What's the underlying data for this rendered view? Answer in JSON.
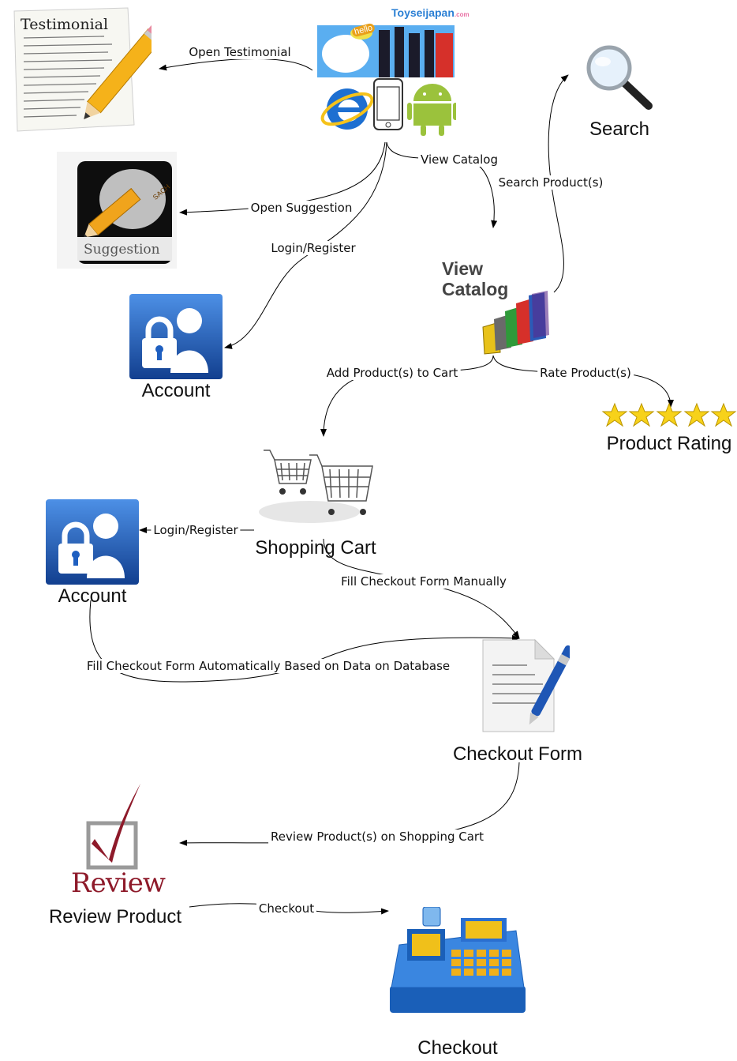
{
  "nodes": {
    "testimonial": {
      "title": "Testimonial"
    },
    "brand": {
      "name": "Toyseijapan",
      "sub": ".com",
      "bubble": "hello"
    },
    "search": {
      "label": "Search"
    },
    "suggestion": {
      "label": "Suggestion",
      "pencil_text": "SACH"
    },
    "view_catalog": {
      "label_line1": "View",
      "label_line2": "Catalog"
    },
    "account_top": {
      "label": "Account"
    },
    "product_rating": {
      "label": "Product Rating",
      "stars": 5
    },
    "shopping_cart": {
      "label": "Shopping Cart"
    },
    "account_left": {
      "label": "Account"
    },
    "checkout_form": {
      "label": "Checkout Form"
    },
    "review": {
      "logo_text": "Review",
      "label": "Review Product"
    },
    "checkout": {
      "label": "Checkout"
    }
  },
  "edges": {
    "open_testimonial": "Open Testimonial",
    "view_catalog": "View Catalog",
    "search_products": "Search Product(s)",
    "open_suggestion": "Open Suggestion",
    "login_register_top": "Login/Register",
    "add_to_cart": "Add Product(s) to Cart",
    "rate_products": "Rate Product(s)",
    "login_register_left": "Login/Register",
    "fill_manual": "Fill Checkout Form Manually",
    "fill_auto": "Fill Checkout Form Automatically Based on Data on Database",
    "review_products": "Review Product(s) on Shopping Cart",
    "checkout": "Checkout"
  },
  "colors": {
    "account_blue": "#1f5fc0",
    "review_red": "#8e1a2a",
    "star_yellow": "#f7d21a",
    "ie_blue": "#1d6fd1",
    "android_green": "#9bc23c"
  }
}
